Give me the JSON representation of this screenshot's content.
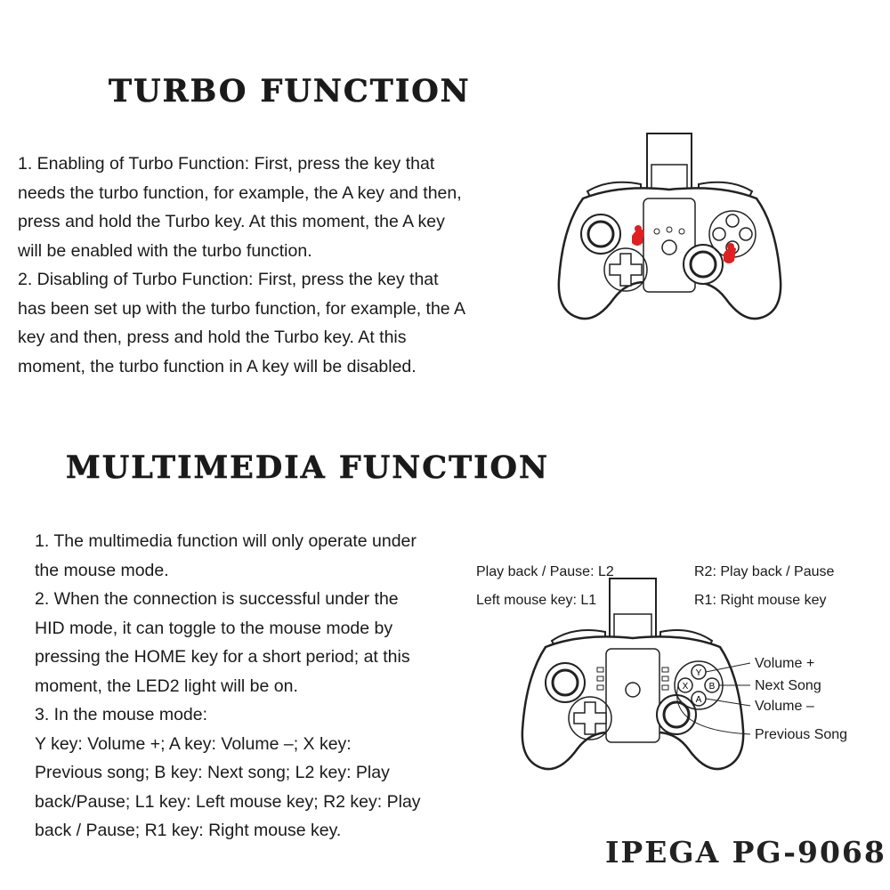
{
  "turbo": {
    "title": "TURBO FUNCTION",
    "lines": [
      "1. Enabling of Turbo Function: First, press the key that",
      "needs the turbo function, for example, the A key and then,",
      "press and hold the Turbo key. At this moment, the A key",
      "will be enabled with the turbo function.",
      "2. Disabling of Turbo Function: First, press the key that",
      "has been set up with the turbo function, for example, the A",
      "key and then, press and hold the Turbo key. At this",
      "moment, the turbo function in A key will be disabled."
    ]
  },
  "multimedia": {
    "title": "MULTIMEDIA FUNCTION",
    "lines": [
      "1. The multimedia function will only operate under",
      "the mouse mode.",
      "2. When the connection is successful under the",
      "HID mode, it can toggle to the mouse mode by",
      "pressing the HOME key for a short period; at this",
      "moment, the LED2 light will be on.",
      "3. In the mouse mode:",
      "Y key: Volume +; A key: Volume –; X key:",
      "Previous song; B key: Next song; L2 key: Play",
      "back/Pause; L1 key: Left mouse key; R2 key: Play",
      "back / Pause; R1 key: Right mouse key."
    ]
  },
  "diagram_labels": {
    "l2": "Play back / Pause: L2",
    "l1": "Left mouse key: L1",
    "r2": "R2: Play back / Pause",
    "r1": "R1: Right mouse key",
    "volume_up": "Volume +",
    "next_song": "Next Song",
    "volume_down": "Volume –",
    "previous_song": "Previous Song"
  },
  "buttons": {
    "y": "Y",
    "x": "X",
    "b": "B",
    "a": "A"
  },
  "brand": "IPEGA PG-9068",
  "colors": {
    "highlight": "#e02020",
    "ink": "#1a1a1a"
  }
}
